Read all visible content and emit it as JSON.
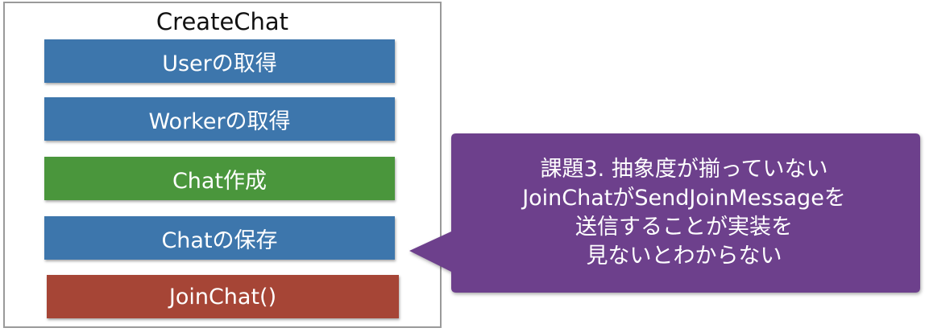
{
  "container": {
    "title": "CreateChat"
  },
  "steps": [
    {
      "label": "Userの取得",
      "color": "#3d76ac"
    },
    {
      "label": "Workerの取得",
      "color": "#3d76ac"
    },
    {
      "label": "Chat作成",
      "color": "#4a963c"
    },
    {
      "label": "Chatの保存",
      "color": "#3d76ac"
    },
    {
      "label": "JoinChat()",
      "color": "#a64536"
    }
  ],
  "callout": {
    "color": "#6d3f8c",
    "lines": [
      "課題3. 抽象度が揃っていない",
      "JoinChatがSendJoinMessageを",
      "送信することが実装を",
      "見ないとわからない"
    ]
  }
}
